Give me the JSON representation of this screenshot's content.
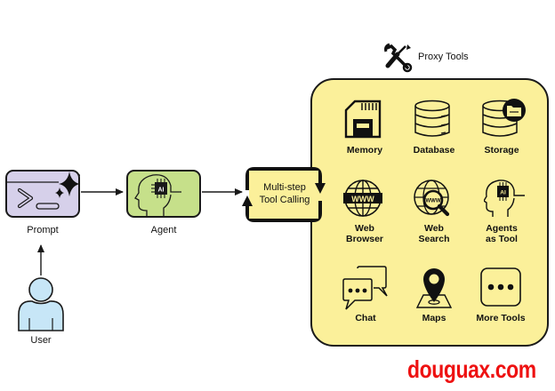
{
  "diagram": {
    "title": "Proxy Tools",
    "colors": {
      "prompt_fill": "#d6d0ea",
      "agent_fill": "#c6e08a",
      "user_fill": "#c7e6f7",
      "tool_panel_fill": "#fbf09a",
      "loop_fill": "#fbf09a",
      "watermark": "#ee1111",
      "stroke": "#1a1a1a"
    },
    "nodes": {
      "user": "User",
      "prompt": "Prompt",
      "agent": "Agent",
      "loop_line1": "Multi-step",
      "loop_line2": "Tool Calling",
      "agent_chip": "AI"
    },
    "tools": [
      {
        "icon": "memory-card-icon",
        "line1": "Memory",
        "line2": ""
      },
      {
        "icon": "database-icon",
        "line1": "Database",
        "line2": ""
      },
      {
        "icon": "storage-icon",
        "line1": "Storage",
        "line2": ""
      },
      {
        "icon": "web-browser-icon",
        "line1": "Web",
        "line2": "Browser"
      },
      {
        "icon": "web-search-icon",
        "line1": "Web",
        "line2": "Search"
      },
      {
        "icon": "agent-head-icon",
        "line1": "Agents",
        "line2": "as Tool"
      },
      {
        "icon": "chat-bubbles-icon",
        "line1": "Chat",
        "line2": ""
      },
      {
        "icon": "map-pin-icon",
        "line1": "Maps",
        "line2": ""
      },
      {
        "icon": "more-dots-icon",
        "line1": "More Tools",
        "line2": ""
      }
    ],
    "browser_text": "WWW",
    "search_text": "WWW",
    "watermark": "douguax.com"
  }
}
